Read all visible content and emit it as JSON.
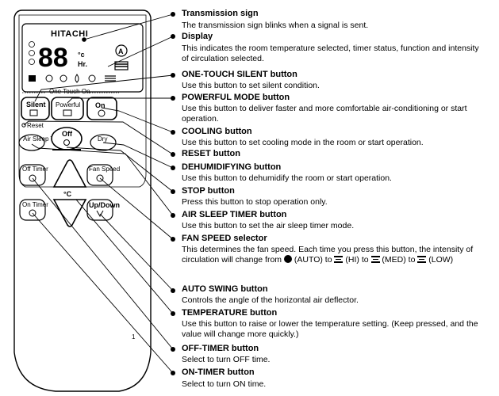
{
  "remote": {
    "brand": "HITACHI",
    "display_digits": "88",
    "unit_c": "°c",
    "unit_hr": "Hr.",
    "auto_symbol": "A",
    "one_touch_caption": "One Touch On",
    "reset_label": "Reset",
    "buttons": {
      "silent": "Silent",
      "powerful": "Powerful",
      "on": "On",
      "air_sleep": "Air Sleep Timer",
      "off": "Off",
      "dry": "Dry",
      "off_timer": "Off Timer",
      "fan_speed": "Fan Speed",
      "on_timer": "On Timer",
      "up_down": "Up/Down",
      "temp_symbol": "°C"
    },
    "page_mark": "1"
  },
  "items": [
    {
      "title": "Transmission sign",
      "desc": "The transmission sign blinks when a signal is sent."
    },
    {
      "title": "Display",
      "desc": "This indicates the room temperature selected, timer status, function and intensity of circulation selected."
    },
    {
      "title": "ONE-TOUCH SILENT button",
      "desc": "Use this button to set silent condition."
    },
    {
      "title": "POWERFUL MODE button",
      "desc": "Use this button to deliver faster and more comfortable air-conditioning or start operation."
    },
    {
      "title": "COOLING button",
      "desc": "Use this button to set cooling mode in the room or start operation."
    },
    {
      "title": "RESET button",
      "desc": ""
    },
    {
      "title": "DEHUMIDIFYING button",
      "desc": "Use this button to dehumidify the room or start operation."
    },
    {
      "title": "STOP button",
      "desc": "Press this button to stop operation only."
    },
    {
      "title": "AIR SLEEP TIMER button",
      "desc": "Use this button to set the air sleep timer mode."
    },
    {
      "title": "FAN SPEED selector",
      "desc": ""
    },
    {
      "title": "AUTO SWING button",
      "desc": "Controls the angle of the horizontal air deflector."
    },
    {
      "title": "TEMPERATURE button",
      "desc": "Use this button to raise or lower the temperature setting. (Keep pressed, and the value will change more quickly.)"
    },
    {
      "title": "OFF-TIMER button",
      "desc": "Select to turn OFF time."
    },
    {
      "title": "ON-TIMER button",
      "desc": "Select to turn ON time."
    }
  ],
  "fan_speed_desc": {
    "part1": "This determines the fan speed. Each time you press this button, the intensity of circulation will change from",
    "auto": "(AUTO) to",
    "hi": "(HI) to",
    "med": "(MED) to",
    "low": "(LOW)"
  }
}
